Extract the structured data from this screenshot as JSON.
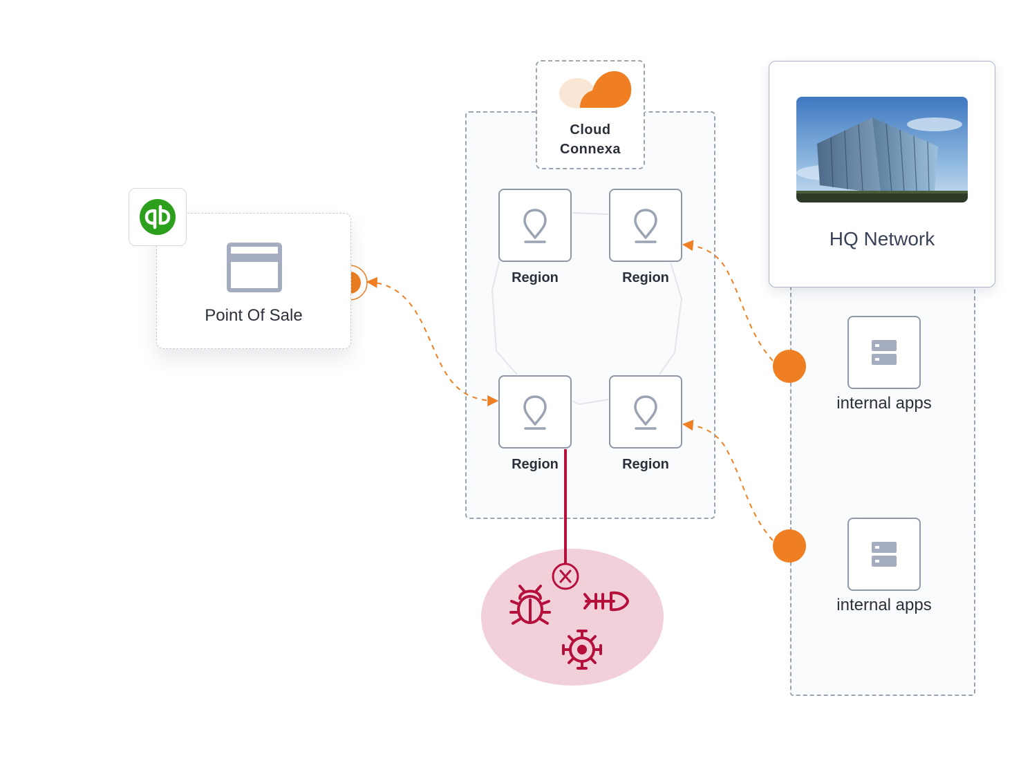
{
  "cloud_connexa": {
    "label": "Cloud\nConnexa",
    "regions": [
      {
        "label": "Region"
      },
      {
        "label": "Region"
      },
      {
        "label": "Region"
      },
      {
        "label": "Region"
      }
    ]
  },
  "point_of_sale": {
    "label": "Point Of Sale",
    "app_icon": "quickbooks-logo-icon"
  },
  "hq_network": {
    "label": "HQ Network",
    "apps": [
      {
        "label": "internal apps"
      },
      {
        "label": "internal apps"
      }
    ]
  },
  "threats": {
    "icons": [
      "bug-icon",
      "fish-skeleton-icon",
      "virus-icon"
    ],
    "block_icon": "blocked-x-icon"
  },
  "colors": {
    "accent_orange": "#ef7f22",
    "threat_red": "#b5103c",
    "threat_bg": "#f2d0da",
    "quickbooks_green": "#2ca01c",
    "icon_gray": "#9aa3b2"
  }
}
